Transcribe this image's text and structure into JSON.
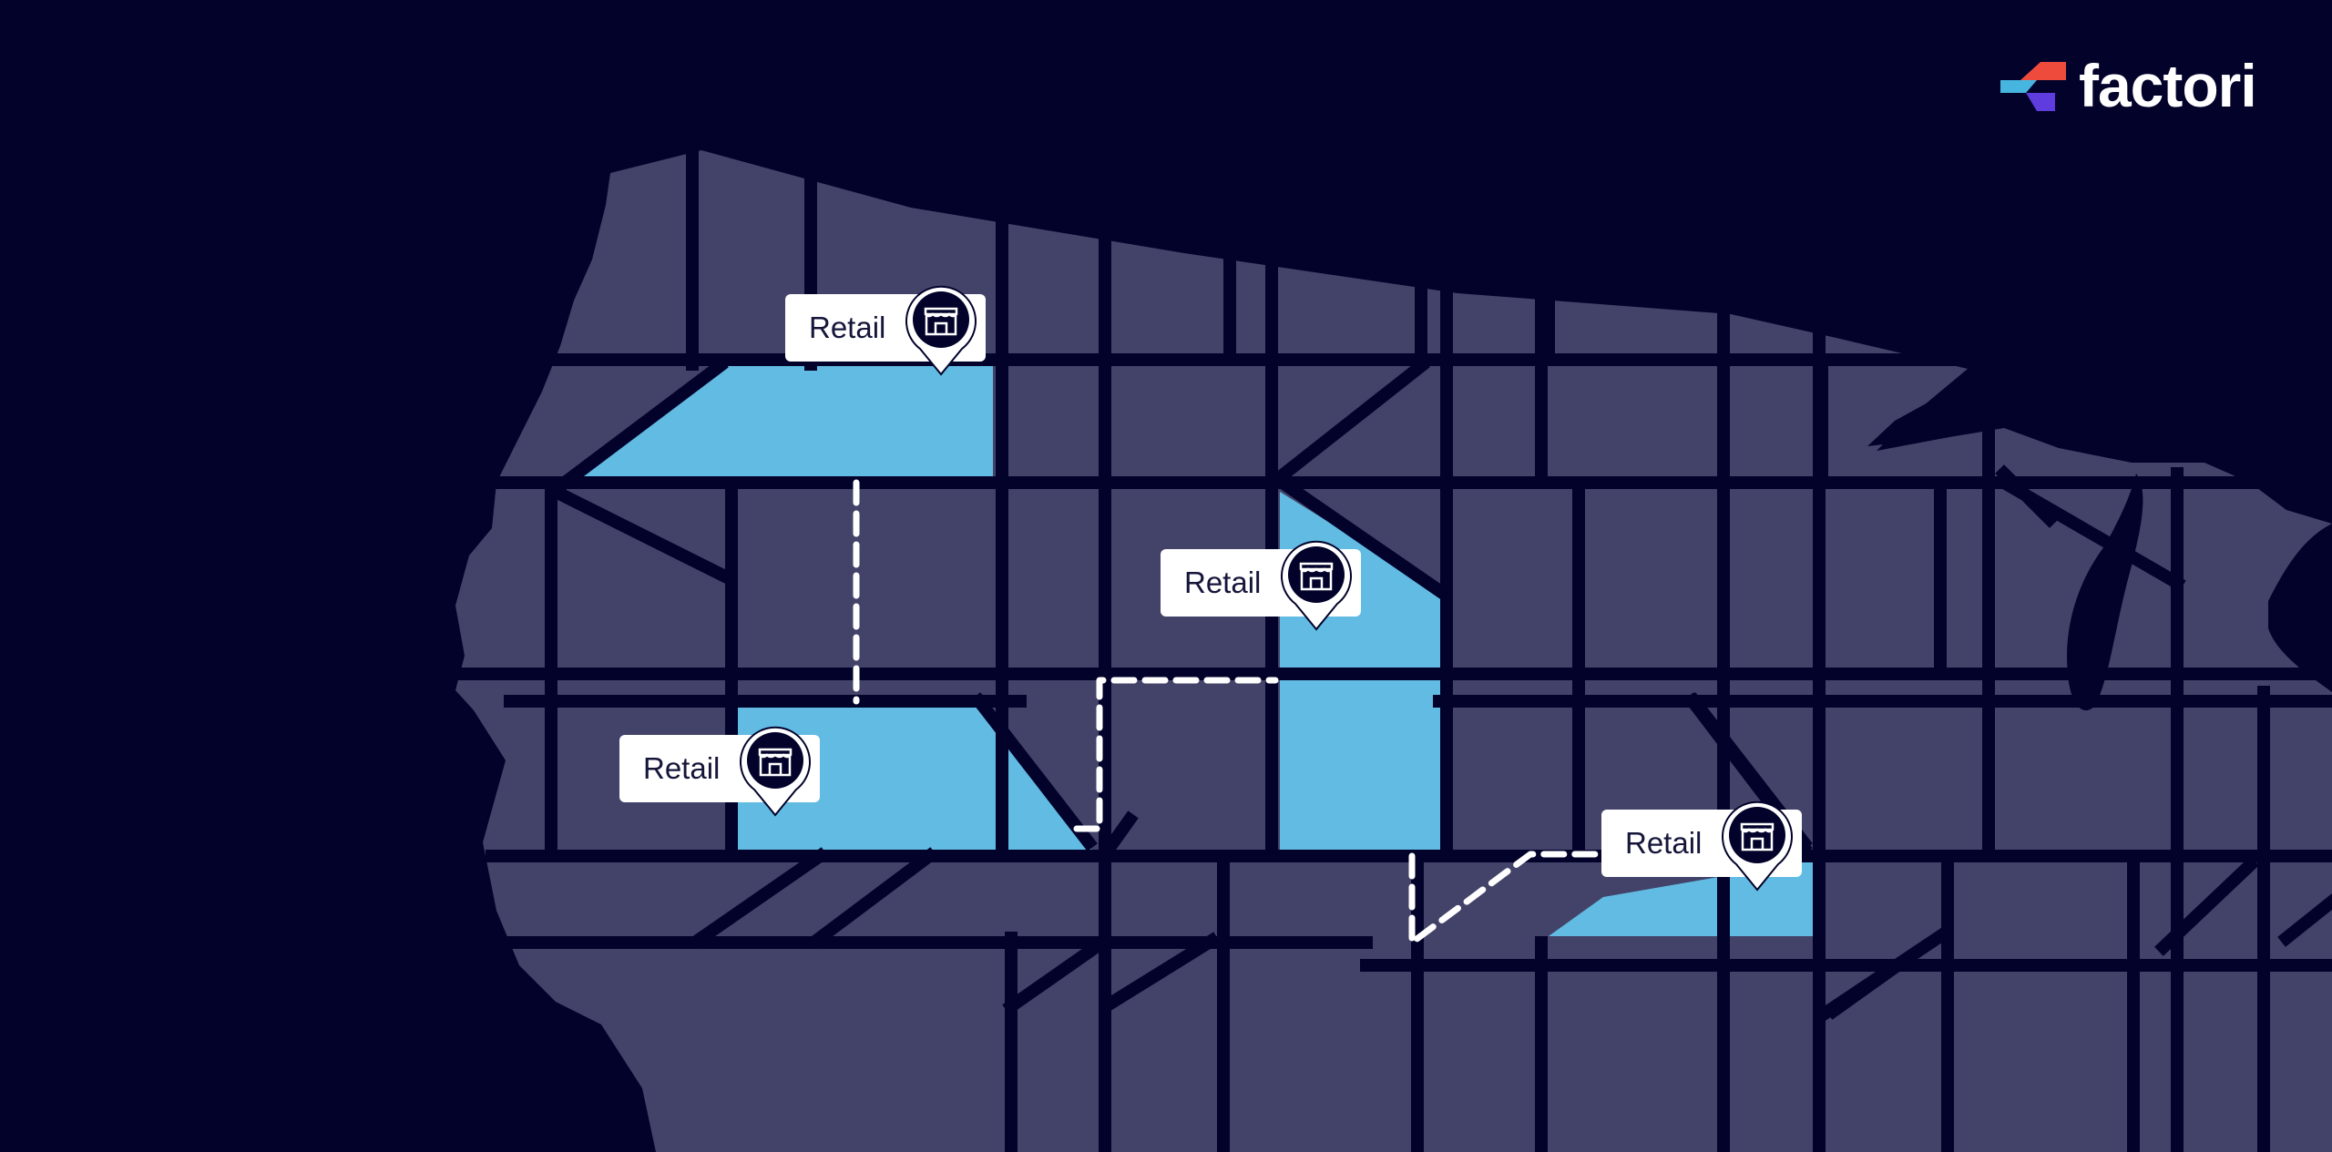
{
  "brand": {
    "name": "factori",
    "colors": {
      "red": "#ef4b3c",
      "cyan": "#46b6e1",
      "purple": "#5f3cdd"
    }
  },
  "map": {
    "background": "#02022b",
    "land_color": "#43436a",
    "road_color": "#02022b",
    "highlight_color": "#62bbe2",
    "route_color": "#ffffff"
  },
  "pins": [
    {
      "id": "retail-1",
      "label": "Retail",
      "icon": "storefront-icon"
    },
    {
      "id": "retail-2",
      "label": "Retail",
      "icon": "storefront-icon"
    },
    {
      "id": "retail-3",
      "label": "Retail",
      "icon": "storefront-icon"
    },
    {
      "id": "retail-4",
      "label": "Retail",
      "icon": "storefront-icon"
    }
  ]
}
